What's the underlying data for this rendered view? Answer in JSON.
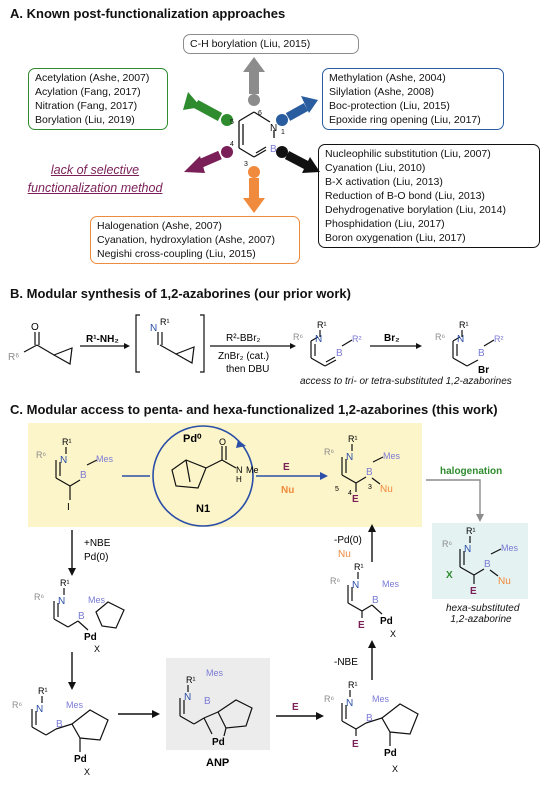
{
  "panelA": {
    "title": "A. Known post-functionalization approaches",
    "top_box": [
      "C-H borylation (Liu, 2015)"
    ],
    "left_box": [
      "Acetylation (Ashe, 2007)",
      "Acylation (Fang, 2017)",
      "Nitration (Fang, 2017)",
      "Borylation (Liu, 2019)"
    ],
    "right_box": [
      "Methylation (Ashe, 2004)",
      "Silylation (Ashe, 2008)",
      "Boc-protection (Liu, 2015)",
      "Epoxide ring opening (Liu, 2017)"
    ],
    "lower_right_box": [
      "Nucleophilic substitution (Liu, 2007)",
      "Cyanation (Liu, 2010)",
      "B-X activation (Liu, 2013)",
      "Reduction of B-O bond (Liu, 2013)",
      "Dehydrogenative borylation (Liu, 2014)",
      "Phosphidation (Liu, 2017)",
      "Boron oxygenation (Liu, 2017)"
    ],
    "bottom_box": [
      "Halogenation (Ashe, 2007)",
      "Cyanation, hydroxylation (Ashe, 2007)",
      "Negishi cross-coupling (Liu, 2015)"
    ],
    "lack_line1": "lack of selective",
    "lack_line2": "functionalization method",
    "ring_numbers": [
      "1",
      "2",
      "3",
      "4",
      "5",
      "6"
    ],
    "atom_N": "N",
    "atom_B": "B",
    "colors": {
      "grey": "#8c8c8c",
      "green": "#2e8b2e",
      "blue": "#2a5d9f",
      "black": "#111111",
      "orange": "#f08a3c",
      "purple": "#7a1f57",
      "boron": "#7b7bd6"
    }
  },
  "panelB": {
    "title": "B. Modular synthesis of 1,2-azaborines (our prior work)",
    "reagent1": "R¹-NH₂",
    "reagent2": "R²-BBr₂",
    "reagent3": "ZnBr₂ (cat.)",
    "reagent4": "then DBU",
    "reagent5": "Br₂",
    "caption": "access to tri- or tetra-substituted 1,2-azaborines",
    "atoms": {
      "O": "O",
      "R6": "R⁶",
      "N": "N",
      "R1": "R¹",
      "B": "B",
      "R2": "R²",
      "Br": "Br"
    }
  },
  "panelC": {
    "title": "C. Modular access to penta- and hexa-functionalized 1,2-azaborines (this work)",
    "pd0": "Pd⁰",
    "n1": "N1",
    "E": "E",
    "Nu": "Nu",
    "halogenation": "halogenation",
    "step_nbe": "+NBE",
    "step_pd": "Pd(0)",
    "step_minus_pd": "-Pd(0)",
    "step_minus_nbe": "-NBE",
    "anp": "ANP",
    "hexa_caption_1": "hexa-substituted",
    "hexa_caption_2": "1,2-azaborine",
    "atoms": {
      "Mes": "Mes",
      "I": "I",
      "X": "X",
      "Pd": "Pd",
      "Me": "Me",
      "H": "H",
      "O": "O",
      "N": "N",
      "B": "B",
      "R1": "R¹",
      "R6": "R⁶"
    },
    "colors": {
      "yellow": "#fcf5c9",
      "grey_box": "#ececec",
      "teal_box": "#e4f2f1",
      "green": "#2e8b2e",
      "blue": "#2b4fa8",
      "orange": "#f08a3c",
      "purple": "#7a1f57"
    }
  }
}
